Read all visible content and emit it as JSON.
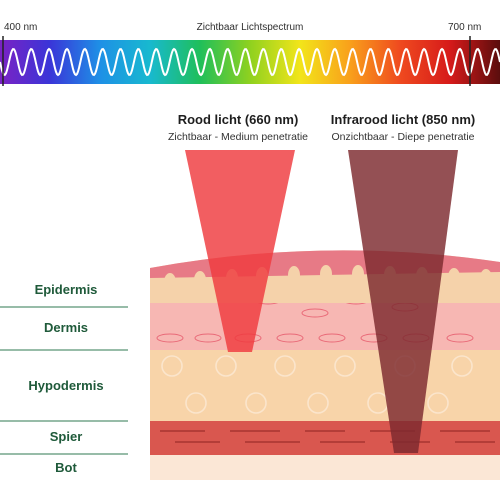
{
  "spectrum": {
    "title": "Zichtbaar Lichtspectrum",
    "start_label": "400 nm",
    "end_label": "700 nm",
    "colors": [
      "#7b22c4",
      "#3a35d8",
      "#1e90e6",
      "#18b9cf",
      "#1fbf5a",
      "#8fd11f",
      "#f2e51a",
      "#f9a01b",
      "#ef4a1f",
      "#d61a1a",
      "#5a0d0d"
    ]
  },
  "beams": {
    "red": {
      "title": "Rood licht (660 nm)",
      "subtitle": "Zichtbaar - Medium penetratie",
      "color": "#ef3b3e"
    },
    "infrared": {
      "title": "Infrarood licht (850 nm)",
      "subtitle": "Onzichtbaar - Diepe penetratie",
      "color": "#7d2a2e"
    }
  },
  "layers": {
    "epidermis": {
      "label": "Epidermis",
      "color": "#f5d2aa"
    },
    "dermis": {
      "label": "Dermis",
      "color": "#f7b7b3"
    },
    "hypodermis": {
      "label": "Hypodermis",
      "color": "#f8d4a9"
    },
    "spier": {
      "label": "Spier",
      "color": "#d9574f"
    },
    "bot": {
      "label": "Bot",
      "color": "#fbe7d6"
    }
  },
  "colors": {
    "skin_surface": "#e77a86",
    "divider": "#2f7a52",
    "label_text": "#1f5a3a"
  }
}
